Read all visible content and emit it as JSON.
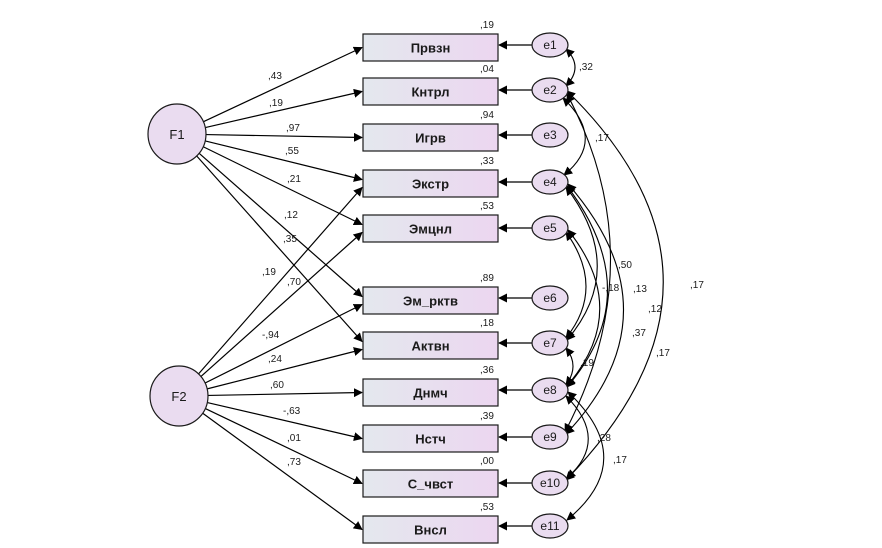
{
  "latent": [
    {
      "id": "F1",
      "label": "F1"
    },
    {
      "id": "F2",
      "label": "F2"
    }
  ],
  "observed": [
    {
      "label": "Првзн",
      "r2": ",19",
      "error": "e1"
    },
    {
      "label": "Кнтрл",
      "r2": ",04",
      "error": "e2"
    },
    {
      "label": "Игрв",
      "r2": ",94",
      "error": "e3"
    },
    {
      "label": "Экстр",
      "r2": ",33",
      "error": "e4"
    },
    {
      "label": "Эмцнл",
      "r2": ",53",
      "error": "e5"
    },
    {
      "label": "Эм_рктв",
      "r2": ",89",
      "error": "e6"
    },
    {
      "label": "Актвн",
      "r2": ",18",
      "error": "e7"
    },
    {
      "label": "Днмч",
      "r2": ",36",
      "error": "e8"
    },
    {
      "label": "Нстч",
      "r2": ",39",
      "error": "e9"
    },
    {
      "label": "С_чвст",
      "r2": ",00",
      "error": "e10"
    },
    {
      "label": "Внсл",
      "r2": ",53",
      "error": "e11"
    }
  ],
  "loadings": [
    {
      "from": "F1",
      "to": 0,
      "value": ",43"
    },
    {
      "from": "F1",
      "to": 1,
      "value": ",19"
    },
    {
      "from": "F1",
      "to": 2,
      "value": ",97"
    },
    {
      "from": "F1",
      "to": 3,
      "value": ",55"
    },
    {
      "from": "F1",
      "to": 4,
      "value": ",21"
    },
    {
      "from": "F1",
      "to": 5,
      "value": ",12"
    },
    {
      "from": "F1",
      "to": 6,
      "value": ",35"
    },
    {
      "from": "F2",
      "to": 3,
      "value": ",19"
    },
    {
      "from": "F2",
      "to": 4,
      "value": ",70"
    },
    {
      "from": "F2",
      "to": 5,
      "value": "-,94"
    },
    {
      "from": "F2",
      "to": 6,
      "value": ",24"
    },
    {
      "from": "F2",
      "to": 7,
      "value": ",60"
    },
    {
      "from": "F2",
      "to": 8,
      "value": "-,63"
    },
    {
      "from": "F2",
      "to": 9,
      "value": ",01"
    },
    {
      "from": "F2",
      "to": 10,
      "value": ",73"
    }
  ],
  "covariances": [
    {
      "a": "e1",
      "b": "e2",
      "value": ",32"
    },
    {
      "a": "e2",
      "b": "e4",
      "value": ",17"
    },
    {
      "a": "e2",
      "b": "e9",
      "value": ",12"
    },
    {
      "a": "e2",
      "b": "e10",
      "value": ",17"
    },
    {
      "a": "e4",
      "b": "e7",
      "value": ",50"
    },
    {
      "a": "e4",
      "b": "e8",
      "value": ",13"
    },
    {
      "a": "e4",
      "b": "e9",
      "value": ",17"
    },
    {
      "a": "e5",
      "b": "e7",
      "value": "-,18"
    },
    {
      "a": "e5",
      "b": "e8",
      "value": ",37"
    },
    {
      "a": "e7",
      "b": "e8",
      "value": ",19"
    },
    {
      "a": "e8",
      "b": "e10",
      "value": ",28"
    },
    {
      "a": "e8",
      "b": "e11",
      "value": ",17"
    }
  ]
}
